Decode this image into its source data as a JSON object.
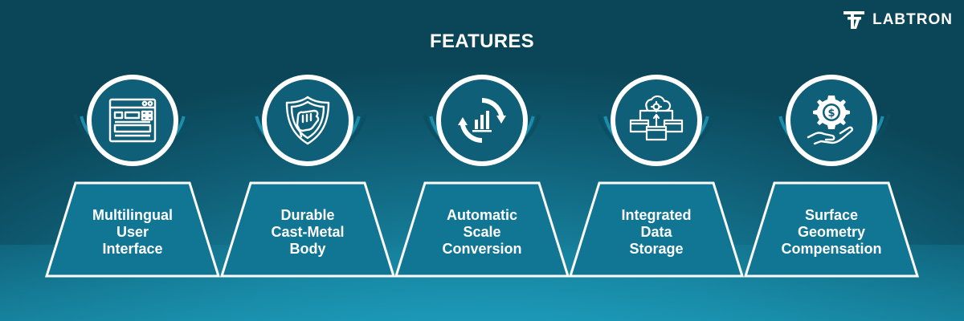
{
  "brand": {
    "name": "LABTRON"
  },
  "title": "FEATURES",
  "features": [
    {
      "label": "Multilingual\nUser\nInterface",
      "icon": "interface-panel-icon"
    },
    {
      "label": "Durable\nCast-Metal\nBody",
      "icon": "shield-fist-icon"
    },
    {
      "label": "Automatic\nScale\nConversion",
      "icon": "conversion-cycle-icon"
    },
    {
      "label": "Integrated\nData\nStorage",
      "icon": "data-storage-icon"
    },
    {
      "label": "Surface\nGeometry\nCompensation",
      "icon": "compensation-money-icon"
    }
  ],
  "colors": {
    "background_dark": "#0b4658",
    "background_light": "#1d9cbc",
    "panel_fill": "#117594",
    "icon_fill": "#0f5f78",
    "outline": "#ffffff"
  }
}
